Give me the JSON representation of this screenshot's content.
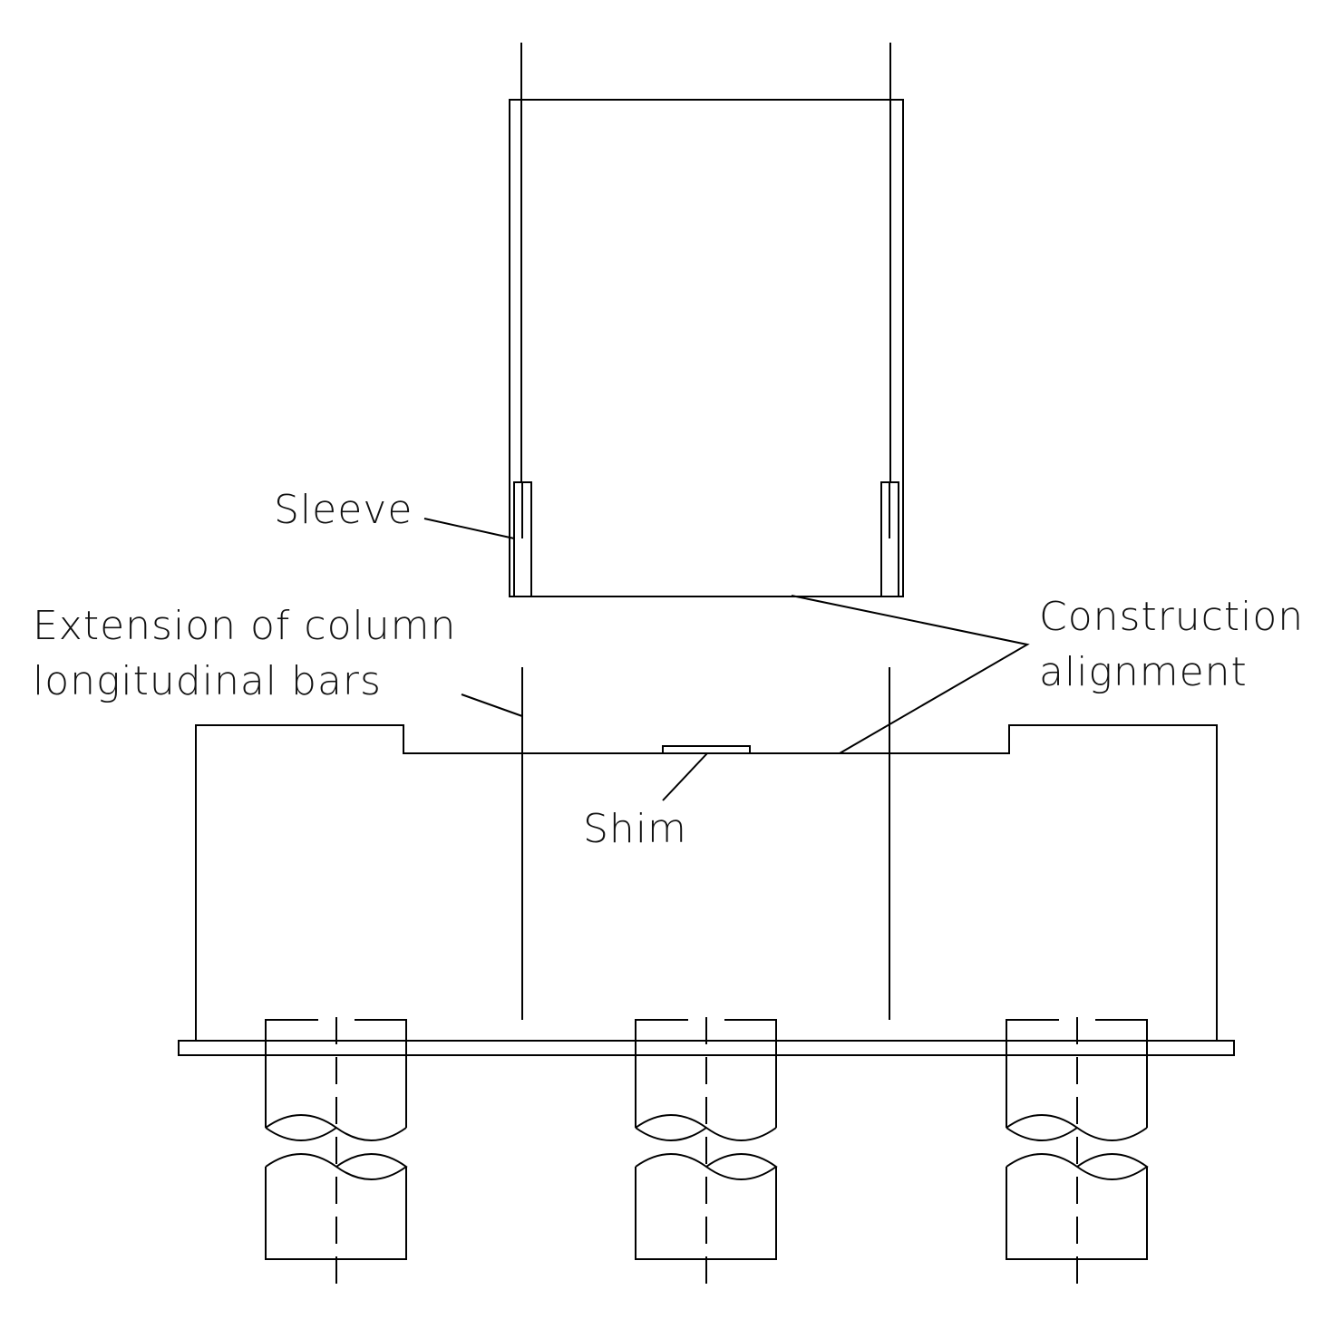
{
  "labels": {
    "sleeve": "Sleeve",
    "extension_line1": "Extension of column",
    "extension_line2": "longitudinal bars",
    "construction_line1": "Construction",
    "construction_line2": "alignment",
    "shim": "Shim"
  },
  "piles": {
    "count": 3
  }
}
